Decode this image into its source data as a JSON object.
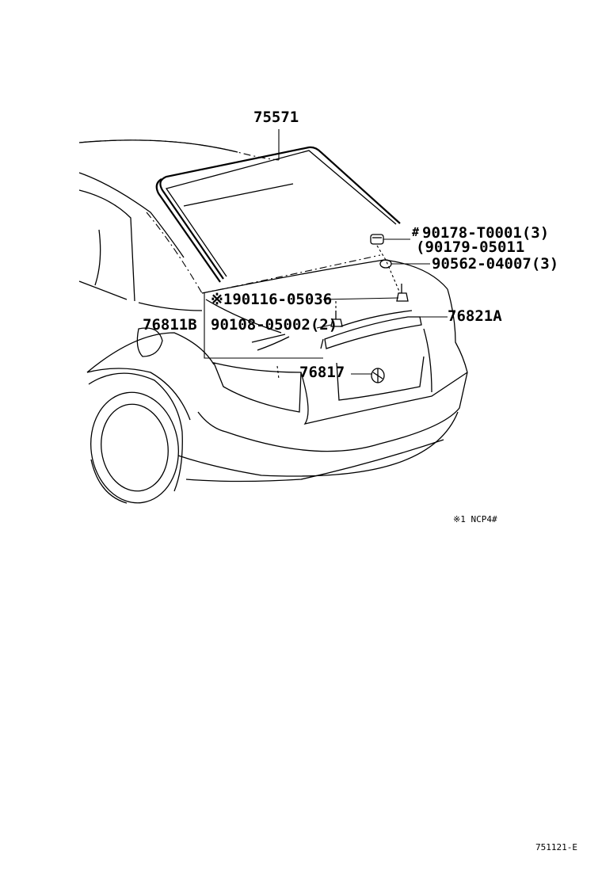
{
  "parts": {
    "moulding": "75571",
    "clip_hash": "90178-T0001(3)",
    "clip_hash_mark": "#",
    "clip_alt": "(90179-05011",
    "washer": "90562-04007(3)",
    "screw_ref": "※190116-05036",
    "garnish_b": "76811B",
    "screw_b": "90108-05002(2)",
    "garnish_a": "76821A",
    "nut": "76817"
  },
  "note": "※1 NCP4#",
  "diagram_code": "751121-E"
}
